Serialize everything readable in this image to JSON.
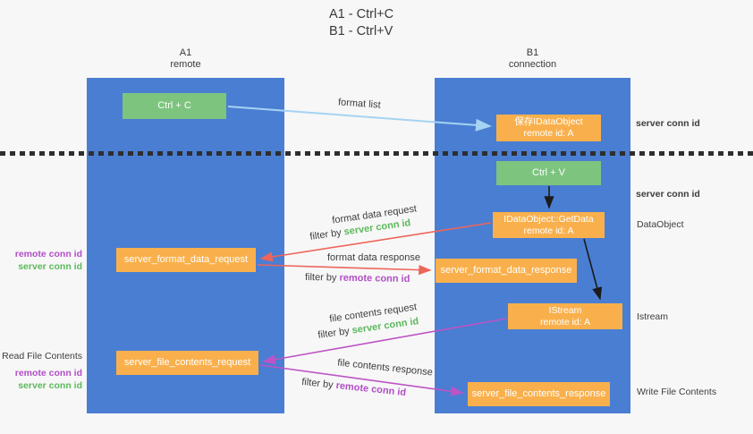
{
  "title": {
    "line1": "A1 - Ctrl+C",
    "line2": "B1 - Ctrl+V"
  },
  "lanes": {
    "left": {
      "title": "A1",
      "subtitle": "remote"
    },
    "right": {
      "title": "B1",
      "subtitle": "connection"
    }
  },
  "nodes": {
    "ctrl_c": {
      "label": "Ctrl + C"
    },
    "ctrl_v": {
      "label": "Ctrl + V"
    },
    "save_dataobject": {
      "line1": "保存IDataObject",
      "line2": "remote id: A"
    },
    "getdata": {
      "line1": "IDataObject::GetData",
      "line2": "remote id: A"
    },
    "istream": {
      "line1": "IStream",
      "line2": "remote id: A"
    },
    "server_format_data_request": {
      "label": "server_format_data_request"
    },
    "server_format_data_response": {
      "label": "server_format_data_response"
    },
    "server_file_contents_request": {
      "label": "server_file_contents_request"
    },
    "server_file_contents_response": {
      "label": "server_file_contents_response"
    }
  },
  "edge_labels": {
    "format_list": "format list",
    "format_data_request": "format data request",
    "format_data_response": "format data response",
    "file_contents_request": "file contents request",
    "file_contents_response": "file contents response",
    "filter_by": "filter by",
    "server_conn_id": "server conn id",
    "remote_conn_id": "remote conn id"
  },
  "side_labels": {
    "right_server_conn_id_1": "server conn id",
    "right_server_conn_id_2": "server conn id",
    "right_dataobject": "DataObject",
    "right_istream": "Istream",
    "right_write_file_contents": "Write File Contents",
    "left_remote_conn_id_1": "remote conn id",
    "left_server_conn_id_1": "server conn id",
    "left_read_file_contents": "Read File Contents",
    "left_remote_conn_id_2": "remote conn id",
    "left_server_conn_id_2": "server conn id"
  },
  "colors": {
    "lane_blue": "#4a7ed2",
    "node_green": "#7dc47e",
    "node_orange": "#f9b04c",
    "arrow_red": "#ed655a",
    "arrow_magenta": "#bd54c6",
    "arrow_light_blue": "#a5d3f2",
    "arrow_black": "#1b1b1b",
    "text_green": "#5cb85c",
    "text_purple": "#b14ec6",
    "background": "#f7f7f7"
  }
}
